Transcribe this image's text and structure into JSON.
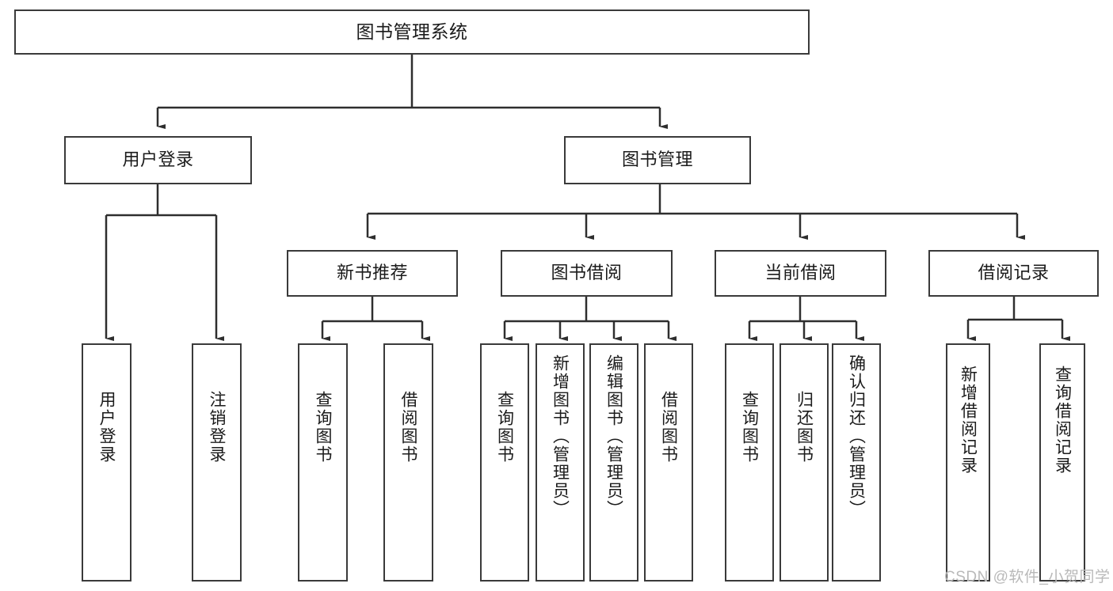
{
  "diagram": {
    "title_node": {
      "label": "图书管理系统"
    },
    "level2": [
      {
        "label": "用户登录"
      },
      {
        "label": "图书管理"
      }
    ],
    "level3": [
      {
        "label": "新书推荐"
      },
      {
        "label": "图书借阅"
      },
      {
        "label": "当前借阅"
      },
      {
        "label": "借阅记录"
      }
    ],
    "leaves": {
      "user_login": [
        {
          "label": "用户登录"
        },
        {
          "label": "注销登录"
        }
      ],
      "new_book": [
        {
          "label": "查询图书"
        },
        {
          "label": "借阅图书"
        }
      ],
      "book_borrow": [
        {
          "label": "查询图书"
        },
        {
          "label": "新增图书（管理员）"
        },
        {
          "label": "编辑图书（管理员）"
        },
        {
          "label": "借阅图书"
        }
      ],
      "current_borrow": [
        {
          "label": "查询图书"
        },
        {
          "label": "归还图书"
        },
        {
          "label": "确认归还（管理员）"
        }
      ],
      "borrow_record": [
        {
          "label": "新增借阅记录"
        },
        {
          "label": "查询借阅记录"
        }
      ]
    }
  },
  "watermark": {
    "text": "CSDN @软件_小贺同学"
  },
  "colors": {
    "stroke": "#3a3a3a",
    "background": "#ffffff",
    "text": "#1b1b1b",
    "watermark": "#b9b9b9"
  }
}
